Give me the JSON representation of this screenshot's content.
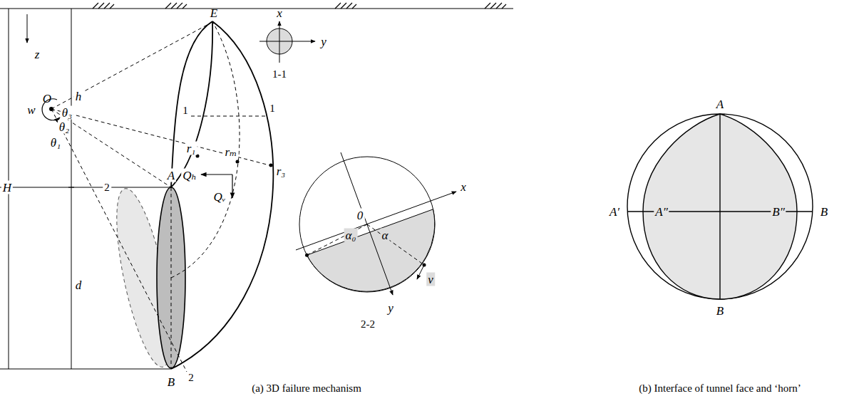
{
  "diagram": {
    "labels": [
      "z",
      "h",
      "H",
      "d",
      "w",
      "O",
      "θ₃",
      "θ₂",
      "θ₁",
      "E",
      "1",
      "1",
      "x",
      "y",
      "1-1",
      "r₁",
      "rₘ",
      "r₃",
      "Qₕ",
      "Qᵥ",
      "A",
      "B",
      "2",
      "2",
      "x",
      "y",
      "2-2",
      "0",
      "α₀",
      "α",
      "v",
      "(a) 3D failure mechanism",
      "A",
      "A′",
      "A″",
      "B″",
      "B",
      "B",
      "(b) Interface of tunnel face and ‘horn’"
    ]
  }
}
